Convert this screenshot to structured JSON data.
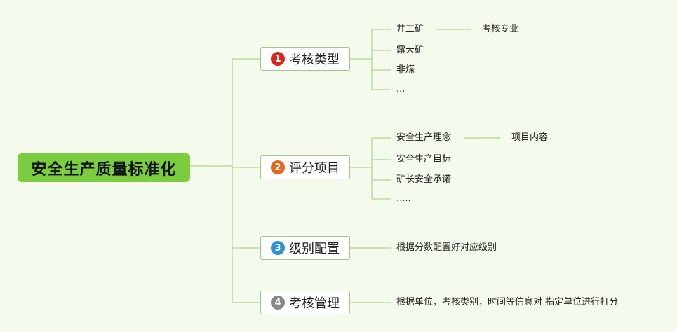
{
  "root": {
    "label": "安全生产质量标准化"
  },
  "branches": [
    {
      "number": "1",
      "label": "考核类型",
      "badge_color": "#d9251c",
      "children": [
        "井工矿",
        "露天矿",
        "非煤",
        "..."
      ],
      "note": "考核专业"
    },
    {
      "number": "2",
      "label": "评分项目",
      "badge_color": "#e8661c",
      "children": [
        "安全生产理念",
        "安全生产目标",
        "矿长安全承诺",
        "....."
      ],
      "note": "项目内容"
    },
    {
      "number": "3",
      "label": "级别配置",
      "badge_color": "#2d8fd5",
      "children": [
        "根据分数配置好对应级别"
      ]
    },
    {
      "number": "4",
      "label": "考核管理",
      "badge_color": "#888888",
      "children": [
        "根据单位，考核类别，时间等信息对 指定单位进行打分"
      ]
    }
  ],
  "colors": {
    "connector": "#b5dc9c",
    "background": "#f4faec",
    "root_fill": "#7ccc3f"
  }
}
